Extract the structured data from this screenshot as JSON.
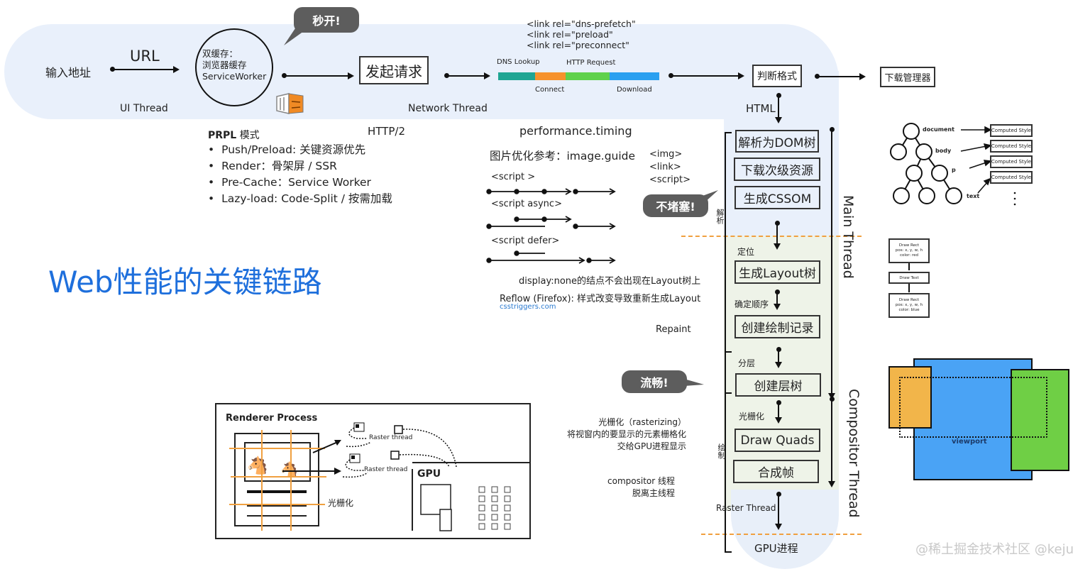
{
  "title": "Web性能的关键链路",
  "ui_thread": {
    "input_label": "输入地址",
    "url_label": "URL",
    "cache_circle": [
      "双缓存：",
      "浏览器缓存",
      "ServiceWorker"
    ],
    "thread_label": "UI Thread",
    "bubble": "秒开!"
  },
  "network_thread": {
    "request_box": "发起请求",
    "thread_label": "Network Thread",
    "link_hints": [
      "<link rel=\"dns-prefetch\"",
      "<link rel=\"preload\"",
      "<link rel=\"preconnect\""
    ],
    "timing_bar": {
      "segments": [
        {
          "label": "DNS Lookup",
          "position": "top",
          "color": "#1fa593",
          "share": 0.23
        },
        {
          "label": "Connect",
          "position": "bottom",
          "color": "#f6922c",
          "share": 0.19
        },
        {
          "label": "HTTP Request",
          "position": "top",
          "color": "#5fd14b",
          "share": 0.27
        },
        {
          "label": "Download",
          "position": "bottom",
          "color": "#2aa0f0",
          "share": 0.31
        }
      ]
    },
    "http2_label": "HTTP/2",
    "perf_label": "performance.timing"
  },
  "format": {
    "judge_box": "判断格式",
    "download_manager_box": "下载管理器",
    "html_label": "HTML"
  },
  "prpl": {
    "heading_bold": "PRPL",
    "heading_rest": "模式",
    "items": [
      "Push/Preload: 关键资源优先",
      "Render：骨架屏 / SSR",
      "Pre-Cache：Service Worker",
      "Lazy-load: Code-Split / 按需加载"
    ]
  },
  "scripts": {
    "image_guide": "图片优化参考：image.guide",
    "tags": [
      "<img>",
      "<link>",
      "<script>"
    ],
    "bubble": "不堵塞!",
    "script_label": "<script >",
    "async_label": "<script async>",
    "defer_label": "<script defer>"
  },
  "layout_notes": {
    "display_none": "display:none的结点不会出现在Layout树上",
    "reflow": "Reflow (Firefox): 样式改变导致重新生成Layout",
    "csstriggers": "csstriggers.com",
    "repaint": "Repaint"
  },
  "main_thread": {
    "label": "Main Thread",
    "parse_bracket_label": "解析",
    "steps": [
      "解析为DOM树",
      "下载次级资源",
      "生成CSSOM"
    ],
    "position_label": "定位",
    "layout_step": "生成Layout树",
    "order_label": "确定顺序",
    "paint_record_step": "创建绘制记录"
  },
  "compositor": {
    "label": "Compositor Thread",
    "paint_bracket_label": "绘制",
    "layer_label": "分层",
    "layer_tree_step": "创建层树",
    "raster_label": "光栅化",
    "draw_quads_step": "Draw Quads",
    "frame_step": "合成帧",
    "raster_thread_label": "Raster Thread",
    "gpu_label": "GPU进程",
    "bubble": "流畅!",
    "raster_note": [
      "光栅化（rasterizing）",
      "将视窗内的要显示的元素栅格化",
      "交给GPU进程显示"
    ],
    "compositor_note": [
      "compositor 线程",
      "脱离主线程"
    ]
  },
  "renderer_figure": {
    "title": "Renderer Process",
    "raster_thread_1": "Raster thread",
    "raster_thread_2": "Raster thread",
    "gpu": "GPU",
    "raster_label": "光栅化"
  },
  "dom_tree_figure": {
    "nodes": [
      "document",
      "body",
      "p",
      "text"
    ],
    "style_boxes": [
      "Computed Style",
      "Computed Style",
      "Computed Style",
      "Computed Style"
    ]
  },
  "paint_records_figure": {
    "records": [
      [
        "Draw Rect",
        "pos: x, y, w, h",
        "color: red"
      ],
      [
        "Draw Text"
      ],
      [
        "Draw Rect",
        "pos: x, y, w, h",
        "color: blue"
      ]
    ]
  },
  "viewport_figure": {
    "label": "viewport",
    "colors": {
      "main": "#4aa3f5",
      "left": "#f2b54a",
      "right": "#6fcf45"
    }
  },
  "watermark": "@稀土掘金技术社区 @kejunz"
}
